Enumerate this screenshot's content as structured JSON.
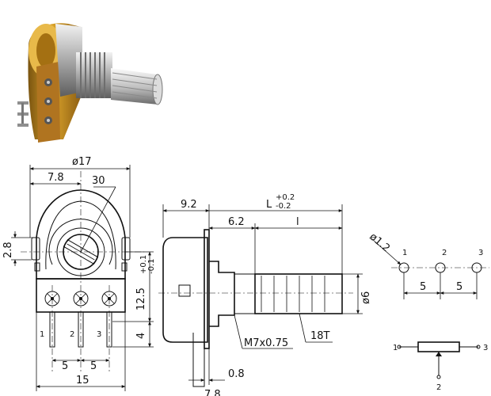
{
  "diagram": {
    "front": {
      "dia_overall": "ø17",
      "offset": "7.8",
      "angle": "30",
      "height_left": "2.8",
      "height_right": "12.5",
      "tol_right": "+0.1\n-0.1",
      "pin_len": "4",
      "pin1": "1",
      "pin2": "2",
      "pin3": "3",
      "pitch_a": "5",
      "pitch_b": "5",
      "width": "15"
    },
    "side": {
      "shaft_offset": "9.2",
      "length": "L",
      "length_tol": "+0.2\n-0.2",
      "thread_len": "6.2",
      "knurl_len": "l",
      "shaft_dia": "ø6",
      "thread": "M7x0.75",
      "knurl": "18T",
      "tab_thk": "0.8",
      "tab_partial": "7.8"
    },
    "footprint": {
      "hole_dia": "ø1.2",
      "n1": "1",
      "n2": "2",
      "n3": "3",
      "pitch_a": "5",
      "pitch_b": "5"
    },
    "schematic": {
      "p1": "1",
      "p2": "2",
      "p3": "3"
    }
  },
  "colors": {
    "housing": "#c9931e",
    "metal": "#b9b9b9",
    "shaft": "#d8d8d8",
    "solder": "#9a9a9a"
  }
}
